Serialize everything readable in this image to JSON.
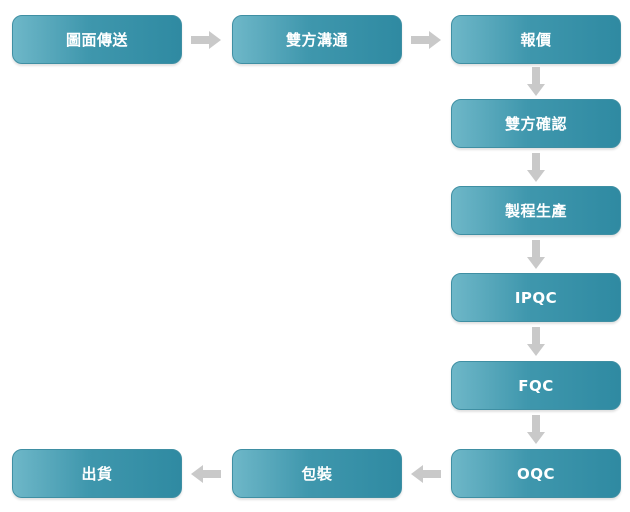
{
  "steps": [
    {
      "id": "drawing-transfer",
      "label": "圖面傳送"
    },
    {
      "id": "mutual-communication",
      "label": "雙方溝通"
    },
    {
      "id": "quotation",
      "label": "報價"
    },
    {
      "id": "mutual-confirmation",
      "label": "雙方確認"
    },
    {
      "id": "process-production",
      "label": "製程生產"
    },
    {
      "id": "ipqc",
      "label": "IPQC"
    },
    {
      "id": "fqc",
      "label": "FQC"
    },
    {
      "id": "oqc",
      "label": "OQC"
    },
    {
      "id": "packaging",
      "label": "包裝"
    },
    {
      "id": "shipment",
      "label": "出貨"
    }
  ],
  "colors": {
    "node_gradient_start": "#6eb7c8",
    "node_gradient_end": "#2f8aa2",
    "arrow": "#c9c9c9",
    "text": "#ffffff"
  }
}
